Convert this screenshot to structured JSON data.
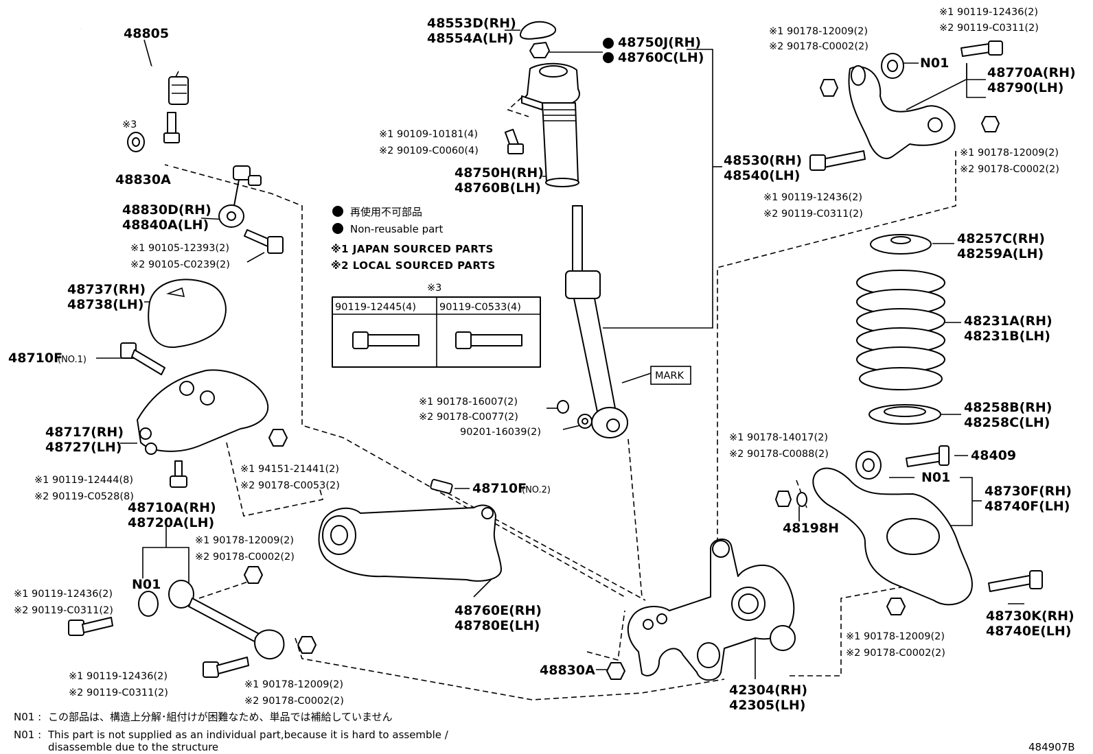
{
  "labels": {
    "p48805": "48805",
    "p48553d": "48553D(RH)",
    "p48554a": "48554A(LH)",
    "p48750j": "48750J(RH)",
    "p48760c": "48760C(LH)",
    "n1_90178_12009_top": "※1 90178-12009(2)",
    "n2_90178_c0002_top": "※2 90178-C0002(2)",
    "n1_90119_12436_top": "※1 90119-12436(2)",
    "n2_90119_c0311_top": "※2 90119-C0311(2)",
    "n01_top": "N01",
    "p48770a": "48770A(RH)",
    "p48790": "48790(LH)",
    "n3": "※3",
    "p48830a_top": "48830A",
    "n1_90109_10181": "※1 90109-10181(4)",
    "n2_90109_c0060": "※2 90109-C0060(4)",
    "p48750h": "48750H(RH)",
    "p48760b": "48760B(LH)",
    "p48530": "48530(RH)",
    "p48540": "48540(LH)",
    "n1_90178_12009_r": "※1 90178-12009(2)",
    "n2_90178_c0002_r": "※2 90178-C0002(2)",
    "n1_90119_12436_m": "※1 90119-12436(2)",
    "n2_90119_c0311_m": "※2 90119-C0311(2)",
    "p48830d": "48830D(RH)",
    "p48840a": "48840A(LH)",
    "n1_90105_12393": "※1 90105-12393(2)",
    "n2_90105_c0239": "※2 90105-C0239(2)",
    "p48257c": "48257C(RH)",
    "p48259a": "48259A(LH)",
    "p48737": "48737(RH)",
    "p48738": "48738(LH)",
    "p48231a": "48231A(RH)",
    "p48231b": "48231B(LH)",
    "p48710f1": "48710F",
    "p48710f1_suffix": "(NO.1)",
    "mark": "MARK",
    "n1_90178_16007": "※1 90178-16007(2)",
    "n2_90178_c0077": "※2 90178-C0077(2)",
    "p90201_16039": "90201-16039(2)",
    "p48258b": "48258B(RH)",
    "p48258c": "48258C(LH)",
    "p48717": "48717(RH)",
    "p48727": "48727(LH)",
    "n1_90178_14017": "※1 90178-14017(2)",
    "n2_90178_c0088": "※2 90178-C0088(2)",
    "p48409": "48409",
    "n1_94151_21441": "※1 94151-21441(2)",
    "n2_90178_c0053": "※2 90178-C0053(2)",
    "n01_right": "N01",
    "p48710f2": "48710F",
    "p48710f2_suffix": "(NO.2)",
    "n1_90119_12444": "※1 90119-12444(8)",
    "n2_90119_c0528": "※2 90119-C0528(8)",
    "p48730f": "48730F(RH)",
    "p48740f": "48740F(LH)",
    "p48198h": "48198H",
    "p48710a": "48710A(RH)",
    "p48720a": "48720A(LH)",
    "n1_90178_12009_l": "※1 90178-12009(2)",
    "n2_90178_c0002_l": "※2 90178-C0002(2)",
    "n01_left": "N01",
    "n1_90119_12436_l": "※1 90119-12436(2)",
    "n2_90119_c0311_l": "※2 90119-C0311(2)",
    "p48760e": "48760E(RH)",
    "p48780e": "48780E(LH)",
    "p48730k": "48730K(RH)",
    "p48740e": "48740E(LH)",
    "n1_90178_12009_br": "※1 90178-12009(2)",
    "n2_90178_c0002_br": "※2 90178-C0002(2)",
    "n1_90119_12436_b": "※1 90119-12436(2)",
    "n2_90119_c0311_b": "※2 90119-C0311(2)",
    "n1_90178_12009_b": "※1 90178-12009(2)",
    "n2_90178_c0002_b": "※2 90178-C0002(2)",
    "p48830a_bottom": "48830A",
    "p42304": "42304(RH)",
    "p42305": "42305(LH)"
  },
  "legend": {
    "jp_nonreusable": "再使用不可部品",
    "en_nonreusable": "Non-reusable part",
    "japan_sourced": "※1 JAPAN SOURCED PARTS",
    "local_sourced": "※2 LOCAL SOURCED PARTS"
  },
  "table": {
    "title": "※3",
    "col1": "90119-12445(4)",
    "col2": "90119-C0533(4)"
  },
  "footnotes": {
    "n01_jp_key": "N01 :",
    "n01_jp": "この部品は、構造上分解･組付けが困難なため、単品では補給していません",
    "n01_en_key": "N01 :",
    "n01_en_line1": "This part is not supplied as an individual part,because it is hard to assemble /",
    "n01_en_line2": "disassemble due to the structure",
    "drawing_no": "484907B"
  }
}
